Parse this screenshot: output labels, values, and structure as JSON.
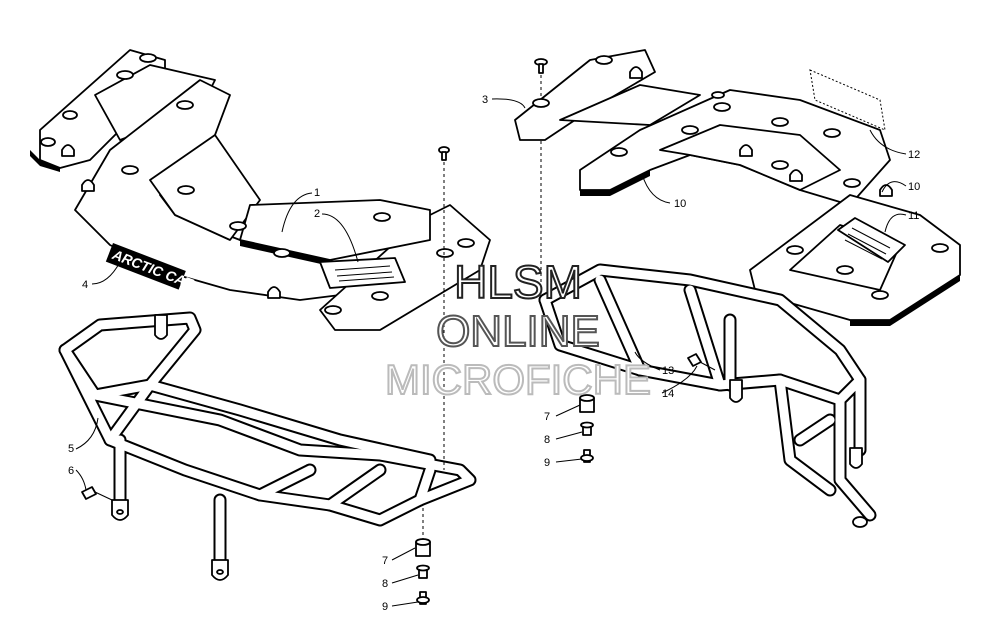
{
  "brand": {
    "decal_text": "ARCTIC CAT"
  },
  "watermark": {
    "line1": "HLSM",
    "line2": "ONLINE",
    "line3": "MICROFICHE"
  },
  "callouts": [
    {
      "label": "1"
    },
    {
      "label": "2"
    },
    {
      "label": "3"
    },
    {
      "label": "4"
    },
    {
      "label": "5"
    },
    {
      "label": "6"
    },
    {
      "label": "7"
    },
    {
      "label": "8"
    },
    {
      "label": "9"
    },
    {
      "label": "7"
    },
    {
      "label": "8"
    },
    {
      "label": "9"
    },
    {
      "label": "10"
    },
    {
      "label": "10"
    },
    {
      "label": "11"
    },
    {
      "label": "12"
    },
    {
      "label": "13"
    },
    {
      "label": "14"
    }
  ]
}
